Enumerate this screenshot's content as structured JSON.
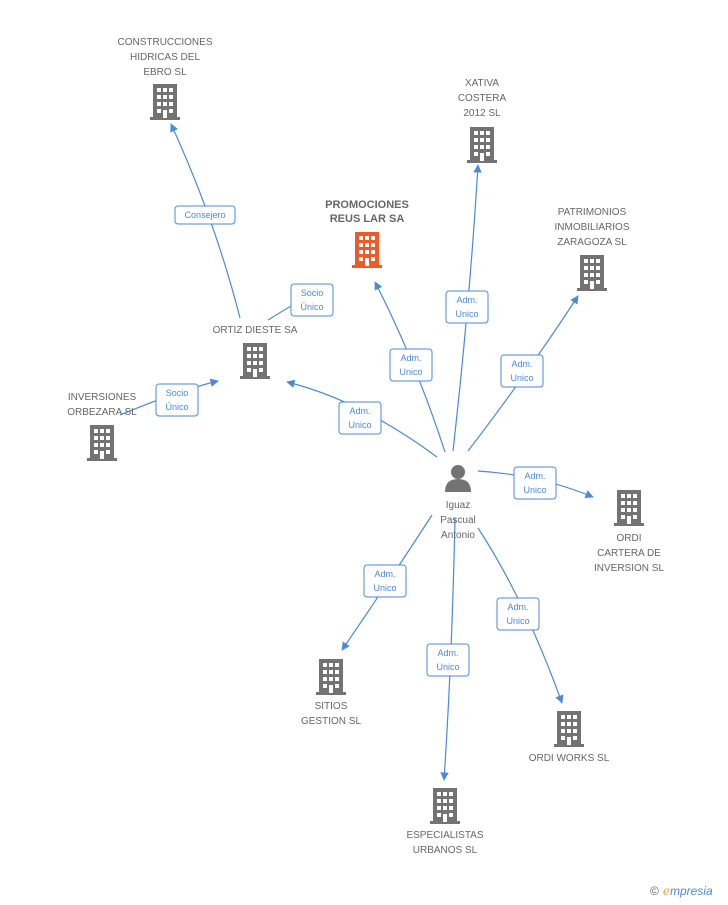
{
  "colors": {
    "edge": "#4a89dc",
    "company": "#737373",
    "focus": "#f05a28",
    "person": "#737373"
  },
  "nodes": [
    {
      "id": "focus",
      "kind": "focus",
      "icon": "building-icon",
      "lines": [
        "PROMOCIONES",
        "REUS LAR SA"
      ]
    },
    {
      "id": "person",
      "kind": "person",
      "icon": "person-icon",
      "lines": [
        "Iguaz",
        "Pascual",
        "Antonio"
      ]
    },
    {
      "id": "construcciones",
      "kind": "company",
      "icon": "building-icon",
      "lines": [
        "CONSTRUCCIONES",
        "HIDRICAS DEL",
        "EBRO SL"
      ]
    },
    {
      "id": "xativa",
      "kind": "company",
      "icon": "building-icon",
      "lines": [
        "XATIVA",
        "COSTERA",
        "2012 SL"
      ]
    },
    {
      "id": "patrimonios",
      "kind": "company",
      "icon": "building-icon",
      "lines": [
        "PATRIMONIOS",
        "INMOBILIARIOS",
        "ZARAGOZA SL"
      ]
    },
    {
      "id": "ortiz",
      "kind": "company",
      "icon": "building-icon",
      "lines": [
        "ORTIZ DIESTE SA"
      ]
    },
    {
      "id": "inversiones",
      "kind": "company",
      "icon": "building-icon",
      "lines": [
        "INVERSIONES",
        "ORBEZARA SL"
      ]
    },
    {
      "id": "ordi_cartera",
      "kind": "company",
      "icon": "building-icon",
      "lines": [
        "ORDI",
        "CARTERA DE",
        "INVERSION SL"
      ]
    },
    {
      "id": "sitios",
      "kind": "company",
      "icon": "building-icon",
      "lines": [
        "SITIOS",
        "GESTION SL"
      ]
    },
    {
      "id": "especialistas",
      "kind": "company",
      "icon": "building-icon",
      "lines": [
        "ESPECIALISTAS",
        "URBANOS SL"
      ]
    },
    {
      "id": "ordi_works",
      "kind": "company",
      "icon": "building-icon",
      "lines": [
        "ORDI WORKS SL"
      ]
    }
  ],
  "edges": [
    {
      "id": "e-ortiz-construcciones",
      "label": [
        "Consejero"
      ]
    },
    {
      "id": "e-person-ortiz-socio",
      "label": [
        "Socio",
        "Único"
      ]
    },
    {
      "id": "e-inversiones-ortiz",
      "label": [
        "Socio",
        "Único"
      ]
    },
    {
      "id": "e-person-focus",
      "label": [
        "Adm.",
        "Unico"
      ]
    },
    {
      "id": "e-person-xativa",
      "label": [
        "Adm.",
        "Unico"
      ]
    },
    {
      "id": "e-person-patrimonios",
      "label": [
        "Adm.",
        "Unico"
      ]
    },
    {
      "id": "e-person-ortiz-adm",
      "label": [
        "Adm.",
        "Unico"
      ]
    },
    {
      "id": "e-person-ordicartera",
      "label": [
        "Adm.",
        "Unico"
      ]
    },
    {
      "id": "e-person-sitios",
      "label": [
        "Adm.",
        "Unico"
      ]
    },
    {
      "id": "e-person-especialistas",
      "label": [
        "Adm.",
        "Unico"
      ]
    },
    {
      "id": "e-person-ordiworks",
      "label": [
        "Adm.",
        "Unico"
      ]
    }
  ],
  "watermark": {
    "copyright": "©",
    "brand_initial": "e",
    "brand_rest": "mpresia"
  }
}
